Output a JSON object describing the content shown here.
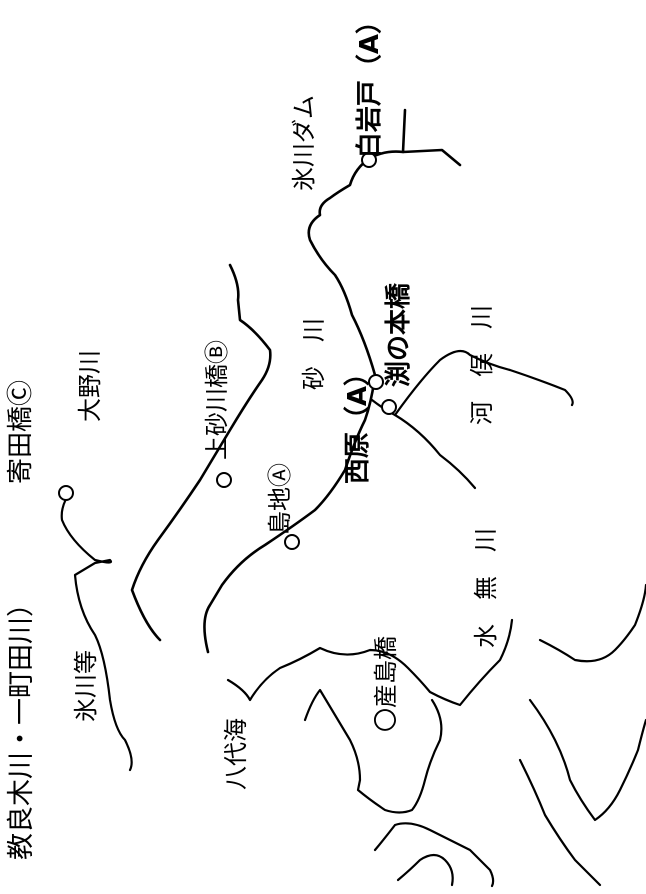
{
  "labels": {
    "shiroiwado": "白岩戸（A）",
    "hikawa_dam": "氷川ダム",
    "fuchino_motobashi": "渕の本橋",
    "kawamata_gawa": "河　俣　川",
    "sunagawa": "砂　川",
    "nishihara": "西原（A）",
    "kamisunagawa_bashi": "上砂川橋Ⓑ",
    "yoritabashi": "寄田橋Ⓒ",
    "oono_gawa": "大野川",
    "shimachi": "島地Ⓐ",
    "mizunashi_gawa": "水　無　川",
    "shimashima_bashi": "〇産島橋",
    "yatsushiro_kai": "八代海",
    "hikawa_etc": "氷川等",
    "title_rivers": "教良木川・一町田川）"
  }
}
